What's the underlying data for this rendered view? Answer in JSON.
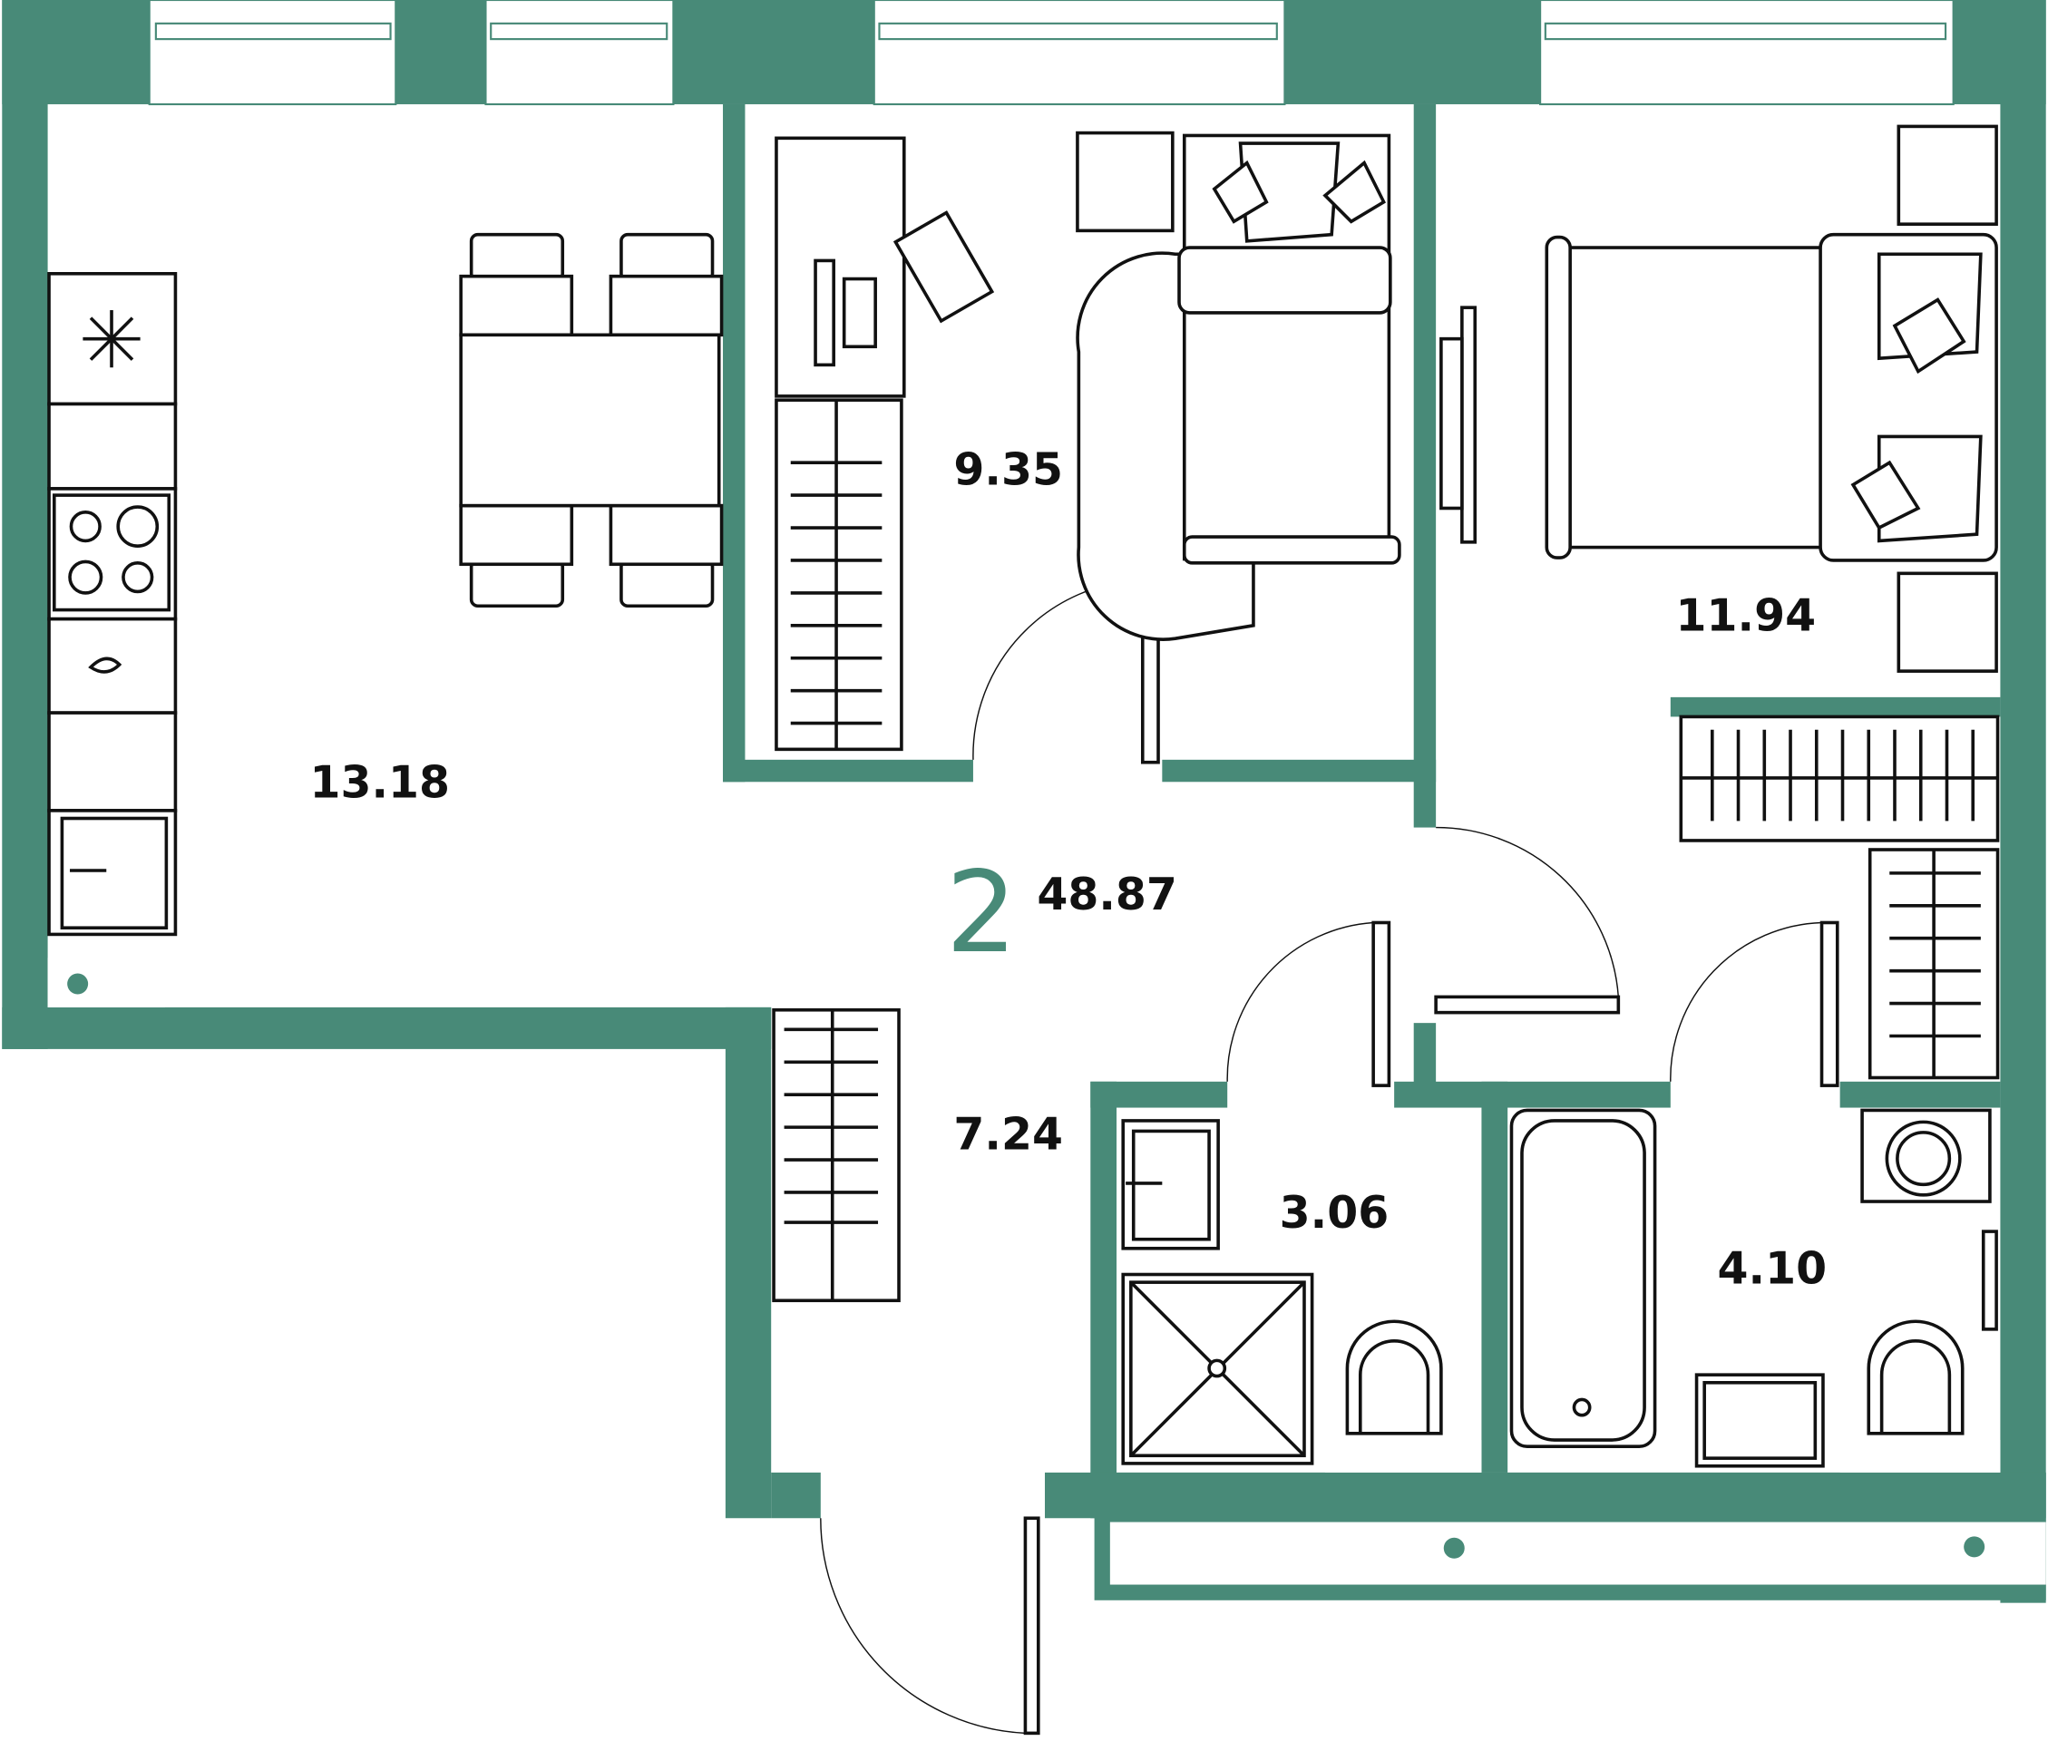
{
  "plan": {
    "rooms_count": "2",
    "total_area": "48.87",
    "accent_color": "#488a78",
    "rooms": [
      {
        "name": "kitchen-living",
        "area": "13.18"
      },
      {
        "name": "bedroom-small",
        "area": "9.35"
      },
      {
        "name": "bedroom-large",
        "area": "11.94"
      },
      {
        "name": "hallway",
        "area": "7.24"
      },
      {
        "name": "shower-room",
        "area": "3.06"
      },
      {
        "name": "bathroom",
        "area": "4.10"
      }
    ]
  }
}
